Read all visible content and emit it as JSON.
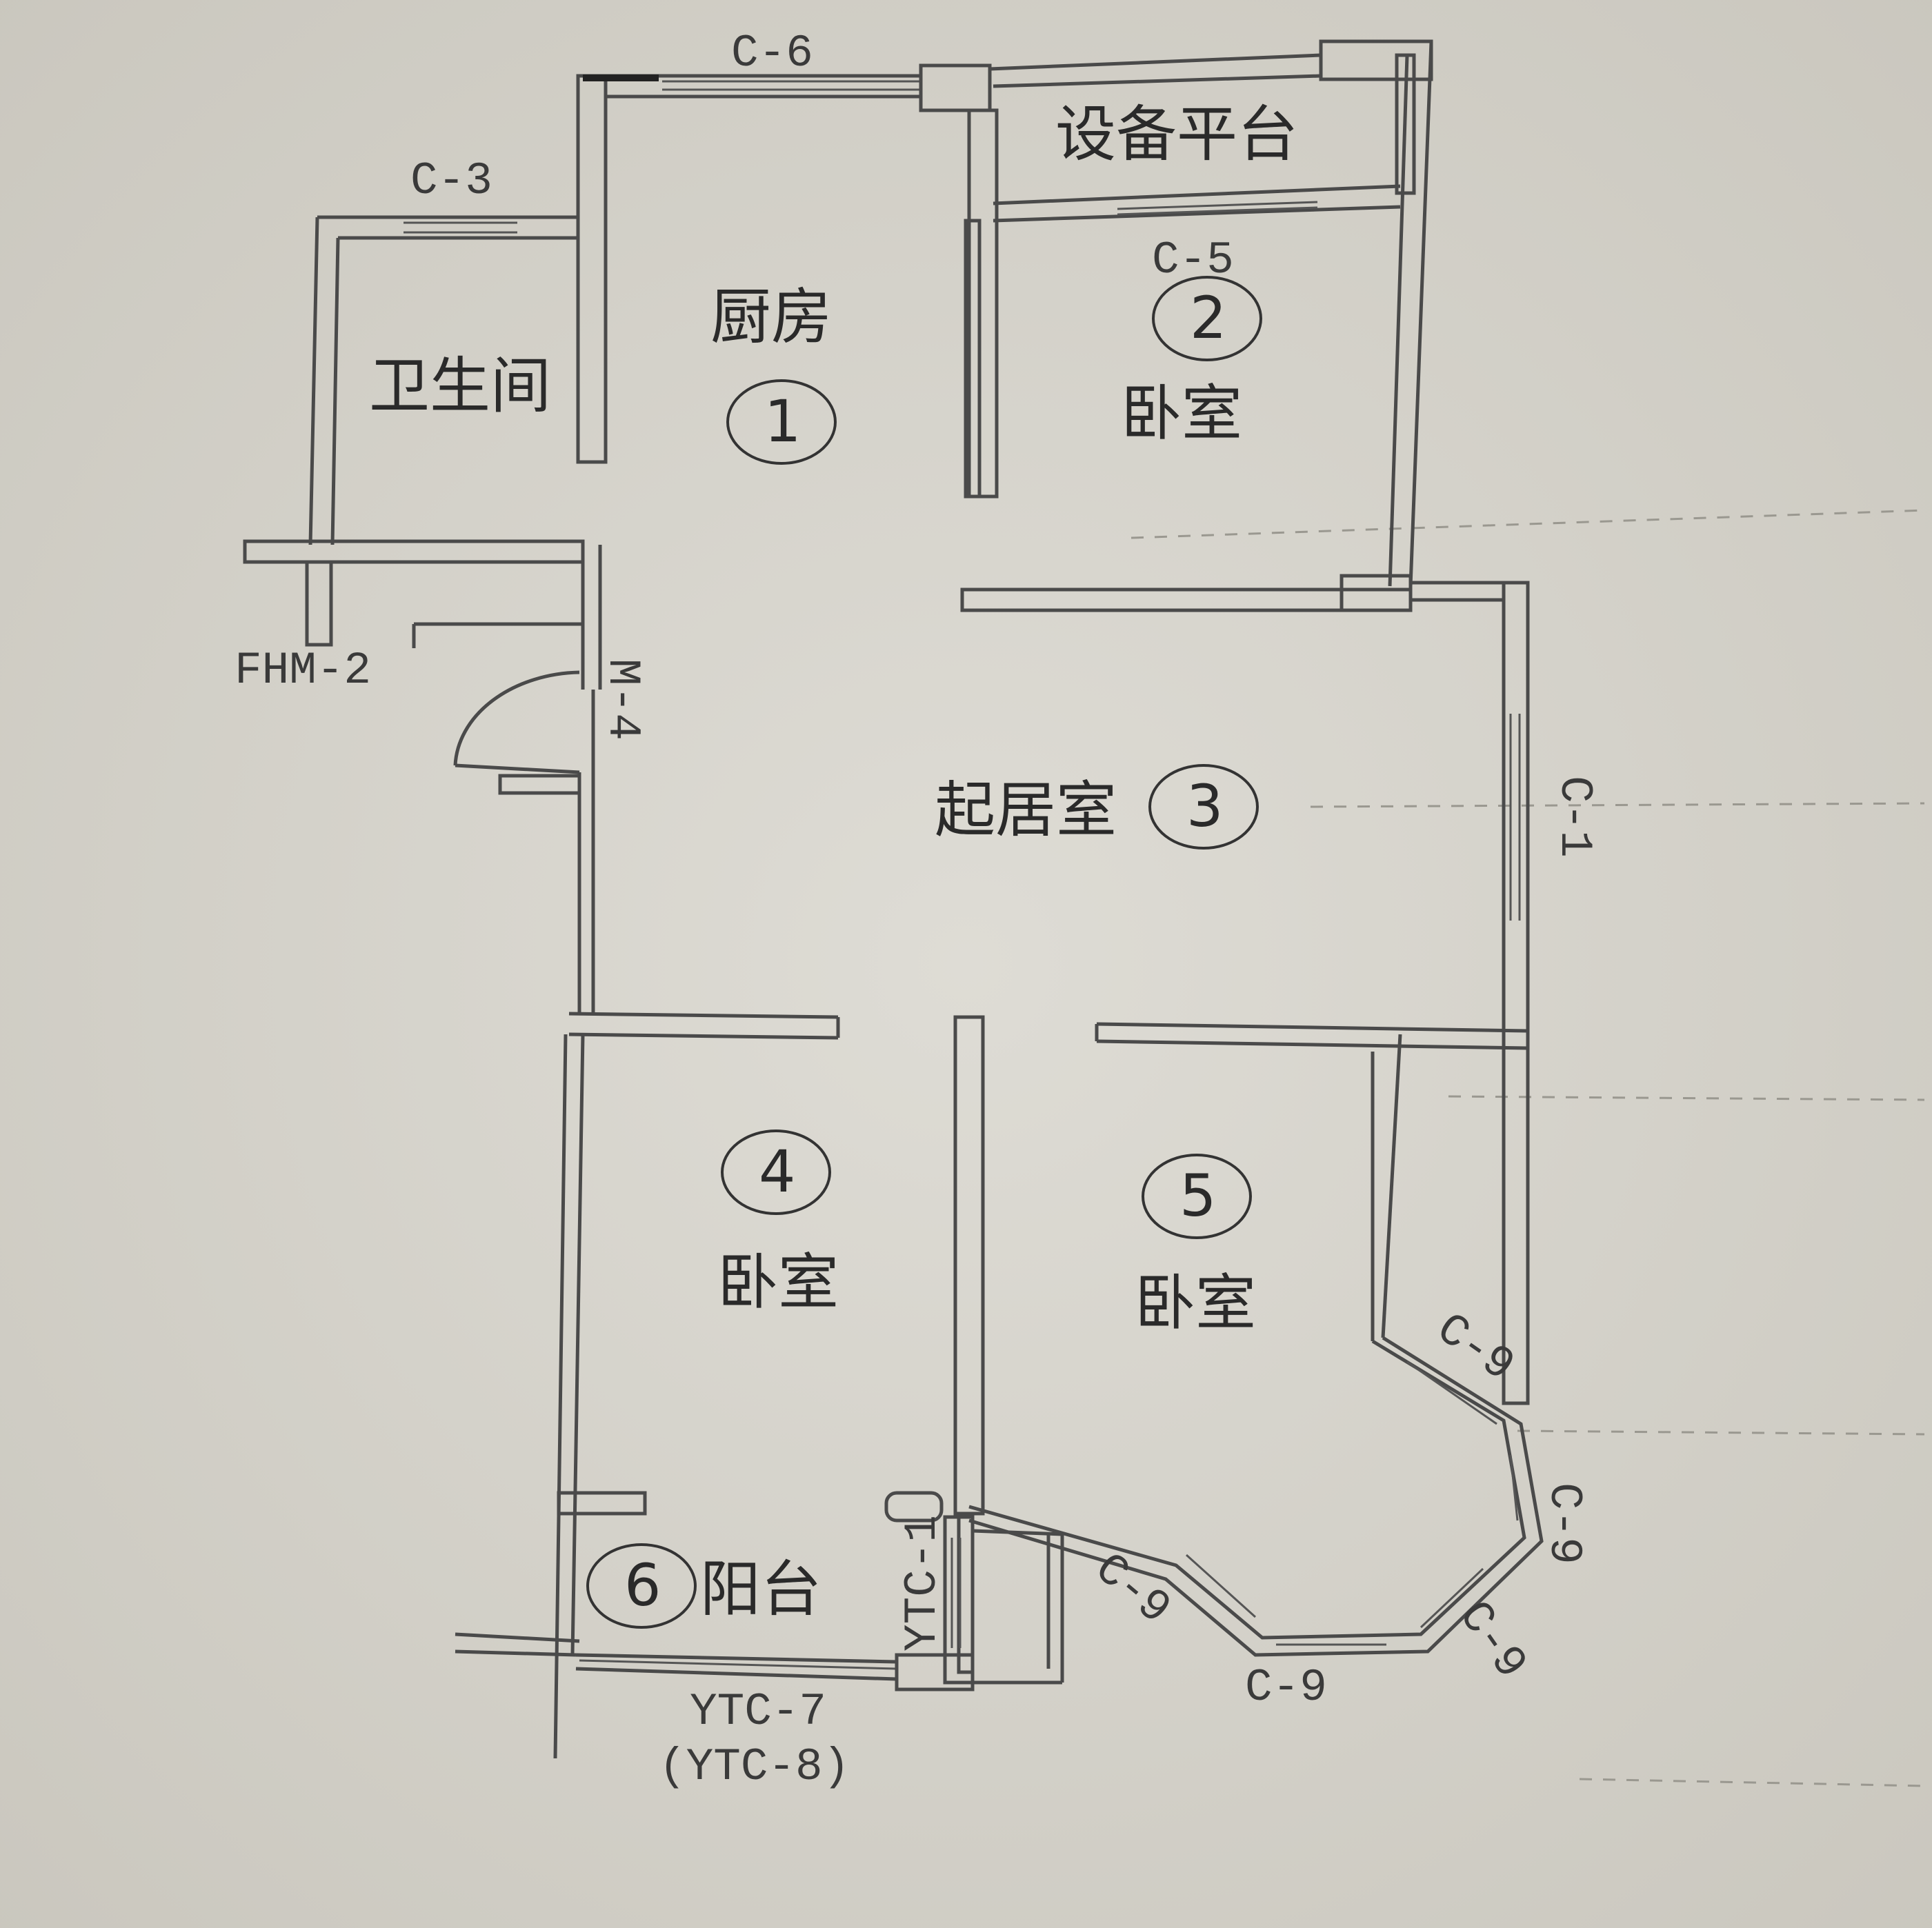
{
  "rooms": {
    "kitchen": {
      "name": "厨房",
      "number": "1"
    },
    "bedroom2": {
      "name": "卧室",
      "number": "2"
    },
    "living": {
      "name": "起居室",
      "number": "3"
    },
    "bedroom4": {
      "name": "卧室",
      "number": "4"
    },
    "bedroom5": {
      "name": "卧室",
      "number": "5"
    },
    "balcony": {
      "name": "阳台",
      "number": "6"
    },
    "bathroom": {
      "name": "卫生间"
    },
    "equipment": {
      "name": "设备平台"
    }
  },
  "openings": {
    "c6": "C-6",
    "c3": "C-3",
    "c5": "C-5",
    "c1": "C-1",
    "fhm2": "FHM-2",
    "m4": "M-4",
    "c9": "C-9",
    "ytc1": "YTC-1",
    "ytc7": "YTC-7",
    "ytc8": "(YTC-8)"
  }
}
